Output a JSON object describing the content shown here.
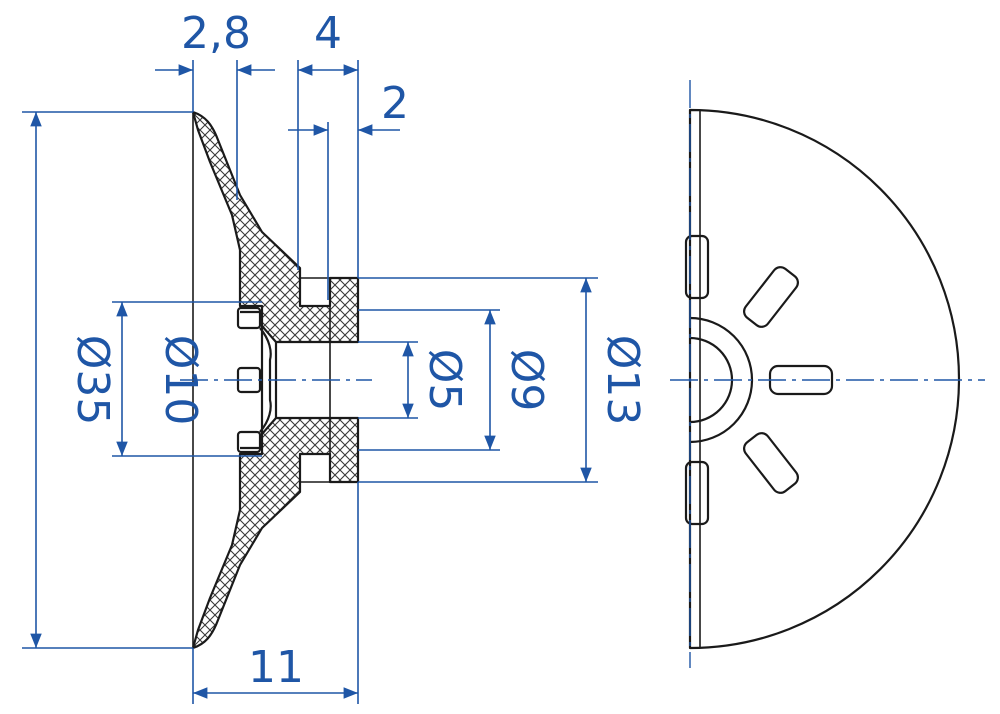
{
  "colors": {
    "dimension": "#1f56a6",
    "outline": "#1a1a1a",
    "hatch": "#3a3a3a"
  },
  "dimensions": {
    "top_thickness": "2,8",
    "top_width": "4",
    "top_groove": "2",
    "dia_outer": "Ø35",
    "dia_bore_face": "Ø10",
    "dia_hole": "Ø5",
    "dia_hub": "Ø9",
    "dia_flange": "Ø13",
    "bottom_length": "11"
  }
}
